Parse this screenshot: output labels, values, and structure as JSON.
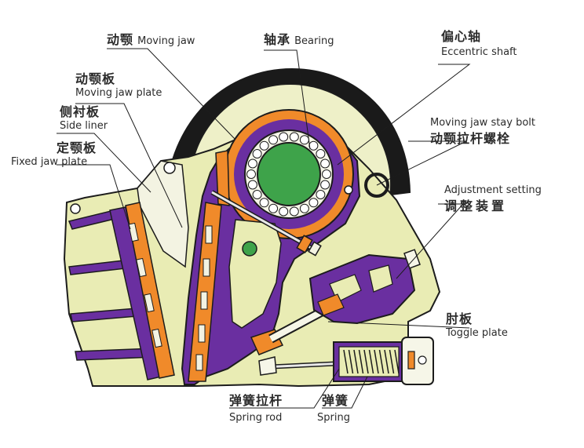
{
  "labels": {
    "moving_jaw": {
      "zh": "动颚",
      "en": "Moving jaw"
    },
    "bearing": {
      "zh": "轴承",
      "en": "Bearing"
    },
    "eccentric_shaft": {
      "zh": "偏心轴",
      "en": "Eccentric shaft"
    },
    "moving_jaw_plate": {
      "zh": "动颚板",
      "en": "Moving jaw plate"
    },
    "side_liner": {
      "zh": "侧衬板",
      "en": "Side liner"
    },
    "fixed_jaw_plate": {
      "zh": "定颚板",
      "en": "Fixed jaw plate"
    },
    "stay_bolt": {
      "zh": "动颚拉杆螺栓",
      "en": "Moving jaw stay bolt"
    },
    "adjustment": {
      "zh": "调整装置",
      "en": "Adjustment setting"
    },
    "toggle_plate": {
      "zh": "肘板",
      "en": "Toggle plate"
    },
    "spring_rod": {
      "zh": "弹簧拉杆",
      "en": "Spring rod"
    },
    "spring": {
      "zh": "弹簧",
      "en": "Spring"
    }
  },
  "colors": {
    "frame": "#e9ecb4",
    "jaw_purple": "#6a2fa0",
    "orange": "#f08a2a",
    "green": "#3ea34a",
    "flywheel": "#eef0c8",
    "outline": "#1c1c1c"
  }
}
